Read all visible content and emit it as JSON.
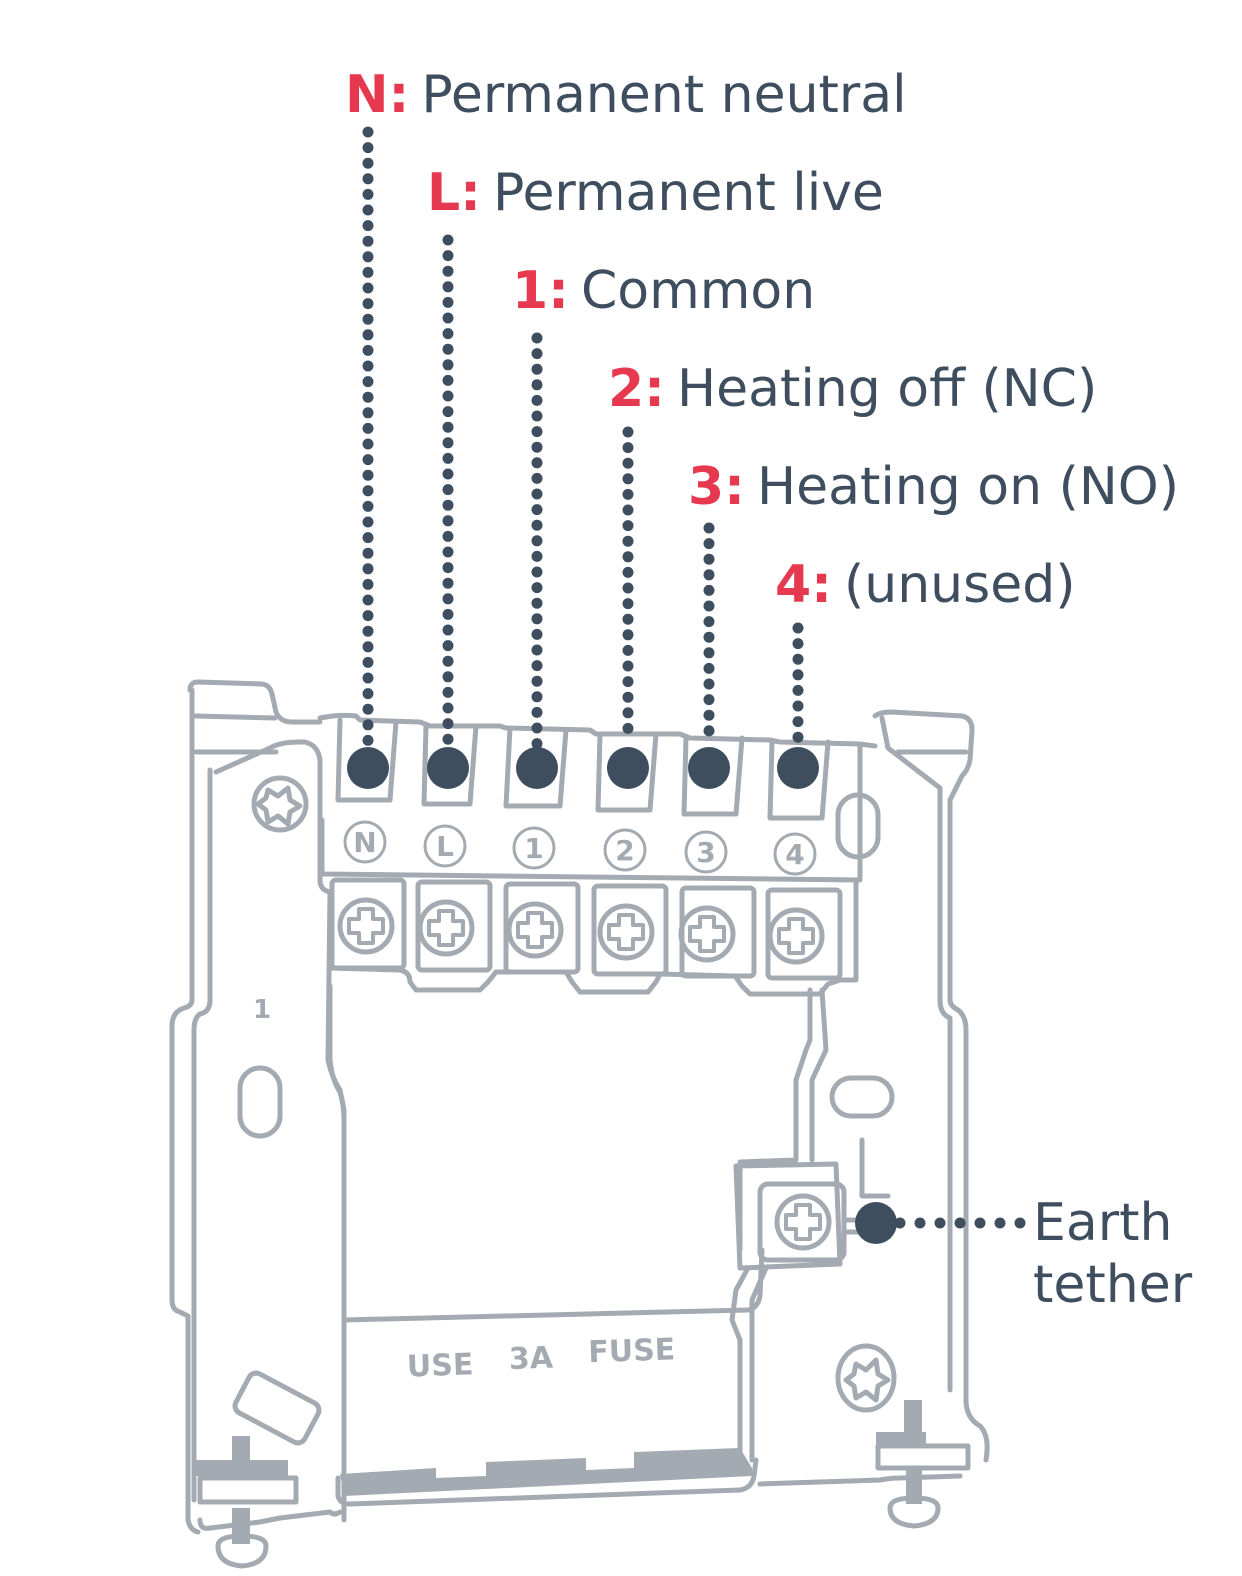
{
  "colors": {
    "code": "#e63950",
    "label": "#3f4e5e",
    "plate": "#a3aab1",
    "marker": "#3f4e5e"
  },
  "terminals": [
    {
      "code": "N:",
      "label": "Permanent neutral",
      "plate_mark": "N"
    },
    {
      "code": "L:",
      "label": "Permanent live",
      "plate_mark": "L"
    },
    {
      "code": "1:",
      "label": "Common",
      "plate_mark": "1"
    },
    {
      "code": "2:",
      "label": "Heating off (NC)",
      "plate_mark": "2"
    },
    {
      "code": "3:",
      "label": "Heating on (NO)",
      "plate_mark": "3"
    },
    {
      "code": "4:",
      "label": "(unused)",
      "plate_mark": "4"
    }
  ],
  "earth": {
    "line1": "Earth",
    "line2": "tether"
  },
  "plate_text": {
    "side_number": "1",
    "fuse_words": [
      "USE",
      "3A",
      "FUSE"
    ]
  }
}
